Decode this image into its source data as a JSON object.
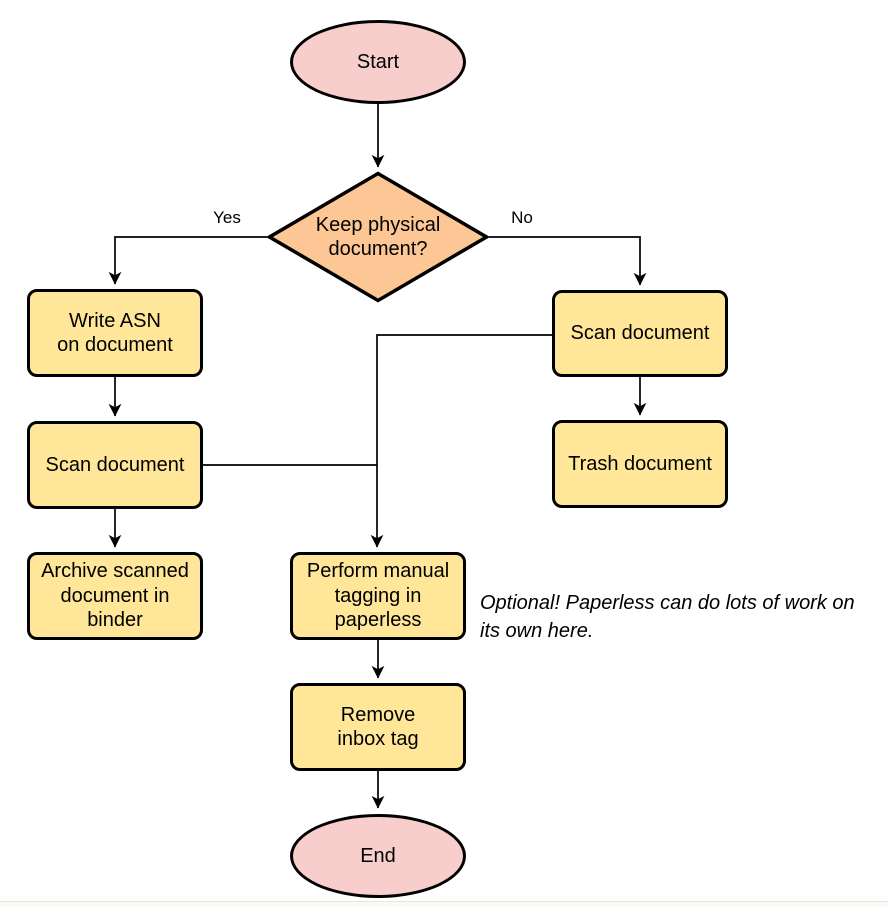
{
  "nodes": {
    "start": {
      "label": "Start",
      "type": "terminator"
    },
    "decision": {
      "label": "Keep physical\ndocument?",
      "type": "decision"
    },
    "write_asn": {
      "label": "Write ASN\non document",
      "type": "process"
    },
    "scan_left": {
      "label": "Scan document",
      "type": "process"
    },
    "archive": {
      "label": "Archive scanned\ndocument in\nbinder",
      "type": "process"
    },
    "scan_right": {
      "label": "Scan document",
      "type": "process"
    },
    "trash": {
      "label": "Trash document",
      "type": "process"
    },
    "tagging": {
      "label": "Perform manual\ntagging in\npaperless",
      "type": "process"
    },
    "remove_inbox": {
      "label": "Remove\ninbox tag",
      "type": "process"
    },
    "end": {
      "label": "End",
      "type": "terminator"
    }
  },
  "edge_labels": {
    "yes": "Yes",
    "no": "No"
  },
  "annotation": "Optional! Paperless can do lots of work on\nits own here.",
  "colors": {
    "terminator_fill": "#f8cecc",
    "decision_fill": "#fcc794",
    "process_fill": "#ffe699",
    "stroke": "#000000",
    "background": "#ffffff"
  }
}
